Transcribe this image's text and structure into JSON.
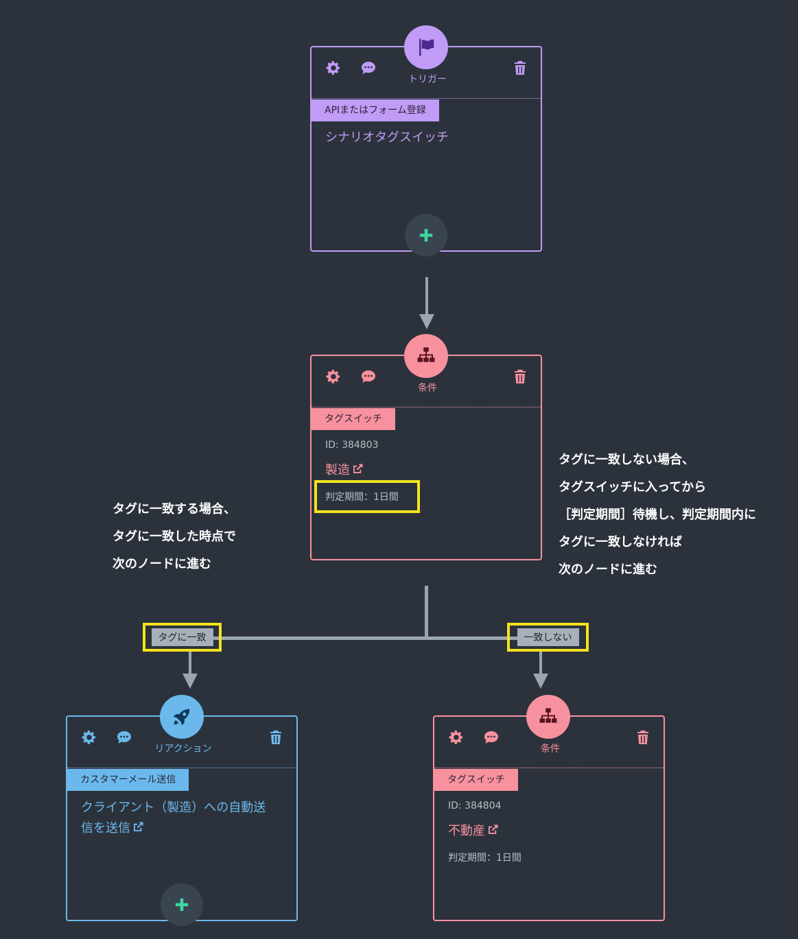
{
  "colors": {
    "background": "#2c323c",
    "trigger": "#c09cf7",
    "condition": "#f8919e",
    "reaction": "#6bb9ec",
    "connector": "#9aa6b2",
    "highlight": "#f4e31b",
    "plus_icon": "#3dd6a0"
  },
  "trigger_node": {
    "type_label": "トリガー",
    "icon": "flag-icon",
    "tag": "APIまたはフォーム登録",
    "title": "シナリオタグスイッチ"
  },
  "condition_node_1": {
    "type_label": "条件",
    "icon": "sitemap-icon",
    "tag": "タグスイッチ",
    "id_text": "ID: 384803",
    "link_text": "製造",
    "period_text": "判定期間：1日間"
  },
  "reaction_node": {
    "type_label": "リアクション",
    "icon": "rocket-icon",
    "tag": "カスタマーメール送信",
    "title_line1": "クライアント（製造）への自動送",
    "title_line2": "信を送信"
  },
  "condition_node_2": {
    "type_label": "条件",
    "icon": "sitemap-icon",
    "tag": "タグスイッチ",
    "id_text": "ID: 384804",
    "link_text": "不動産",
    "period_text": "判定期間：1日間"
  },
  "branches": {
    "left_label": "タグに一致",
    "right_label": "一致しない"
  },
  "notes": {
    "left": [
      "タグに一致する場合、",
      "タグに一致した時点で",
      "次のノードに進む"
    ],
    "right": [
      "タグに一致しない場合、",
      "タグスイッチに入ってから",
      "［判定期間］待機し、判定期間内に",
      "タグに一致しなければ",
      "次のノードに進む"
    ]
  }
}
